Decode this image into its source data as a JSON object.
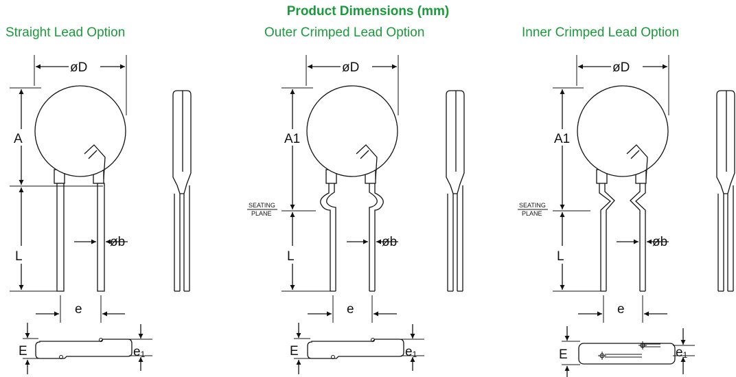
{
  "title": "Product Dimensions (mm)",
  "colors": {
    "accent": "#1a9a3a",
    "line": "#111111"
  },
  "options": [
    {
      "name": "Straight Lead Option",
      "labels": {
        "diameter": "øD",
        "height": "A",
        "lead_length": "L",
        "lead_diameter": "øb",
        "spacing": "e",
        "thickness": "E",
        "offset": "e",
        "offset_sub": "1"
      }
    },
    {
      "name": "Outer Crimped Lead Option",
      "labels": {
        "diameter": "øD",
        "height": "A1",
        "lead_length": "L",
        "lead_diameter": "øb",
        "spacing": "e",
        "thickness": "E",
        "offset": "e",
        "offset_sub": "1",
        "seating_1": "SEATING",
        "seating_2": "PLANE"
      }
    },
    {
      "name": "Inner Crimped Lead Option",
      "labels": {
        "diameter": "øD",
        "height": "A1",
        "lead_length": "L",
        "lead_diameter": "øb",
        "spacing": "e",
        "thickness": "E",
        "offset": "e",
        "offset_sub": "1",
        "seating_1": "SEATING",
        "seating_2": "PLANE"
      }
    }
  ]
}
